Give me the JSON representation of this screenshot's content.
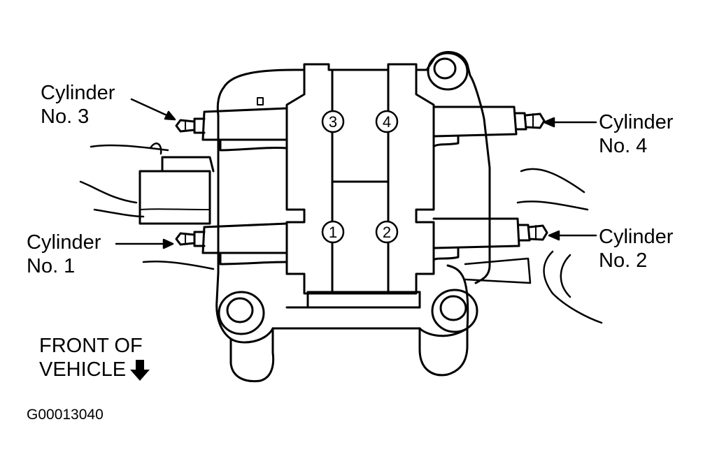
{
  "labels": {
    "cylinder3": {
      "line1": "Cylinder",
      "line2": "No. 3"
    },
    "cylinder4": {
      "line1": "Cylinder",
      "line2": "No. 4"
    },
    "cylinder1": {
      "line1": "Cylinder",
      "line2": "No. 1"
    },
    "cylinder2": {
      "line1": "Cylinder",
      "line2": "No. 2"
    }
  },
  "coil_numbers": {
    "n1": "1",
    "n2": "2",
    "n3": "3",
    "n4": "4"
  },
  "front_label": {
    "line1": "FRONT OF",
    "line2": "VEHICLE"
  },
  "figure_id": "G00013040",
  "icons": {
    "front_arrow": "arrow-down-icon",
    "pointer": "arrow-left-icon"
  },
  "colors": {
    "ink": "#000000",
    "paper": "#ffffff"
  }
}
